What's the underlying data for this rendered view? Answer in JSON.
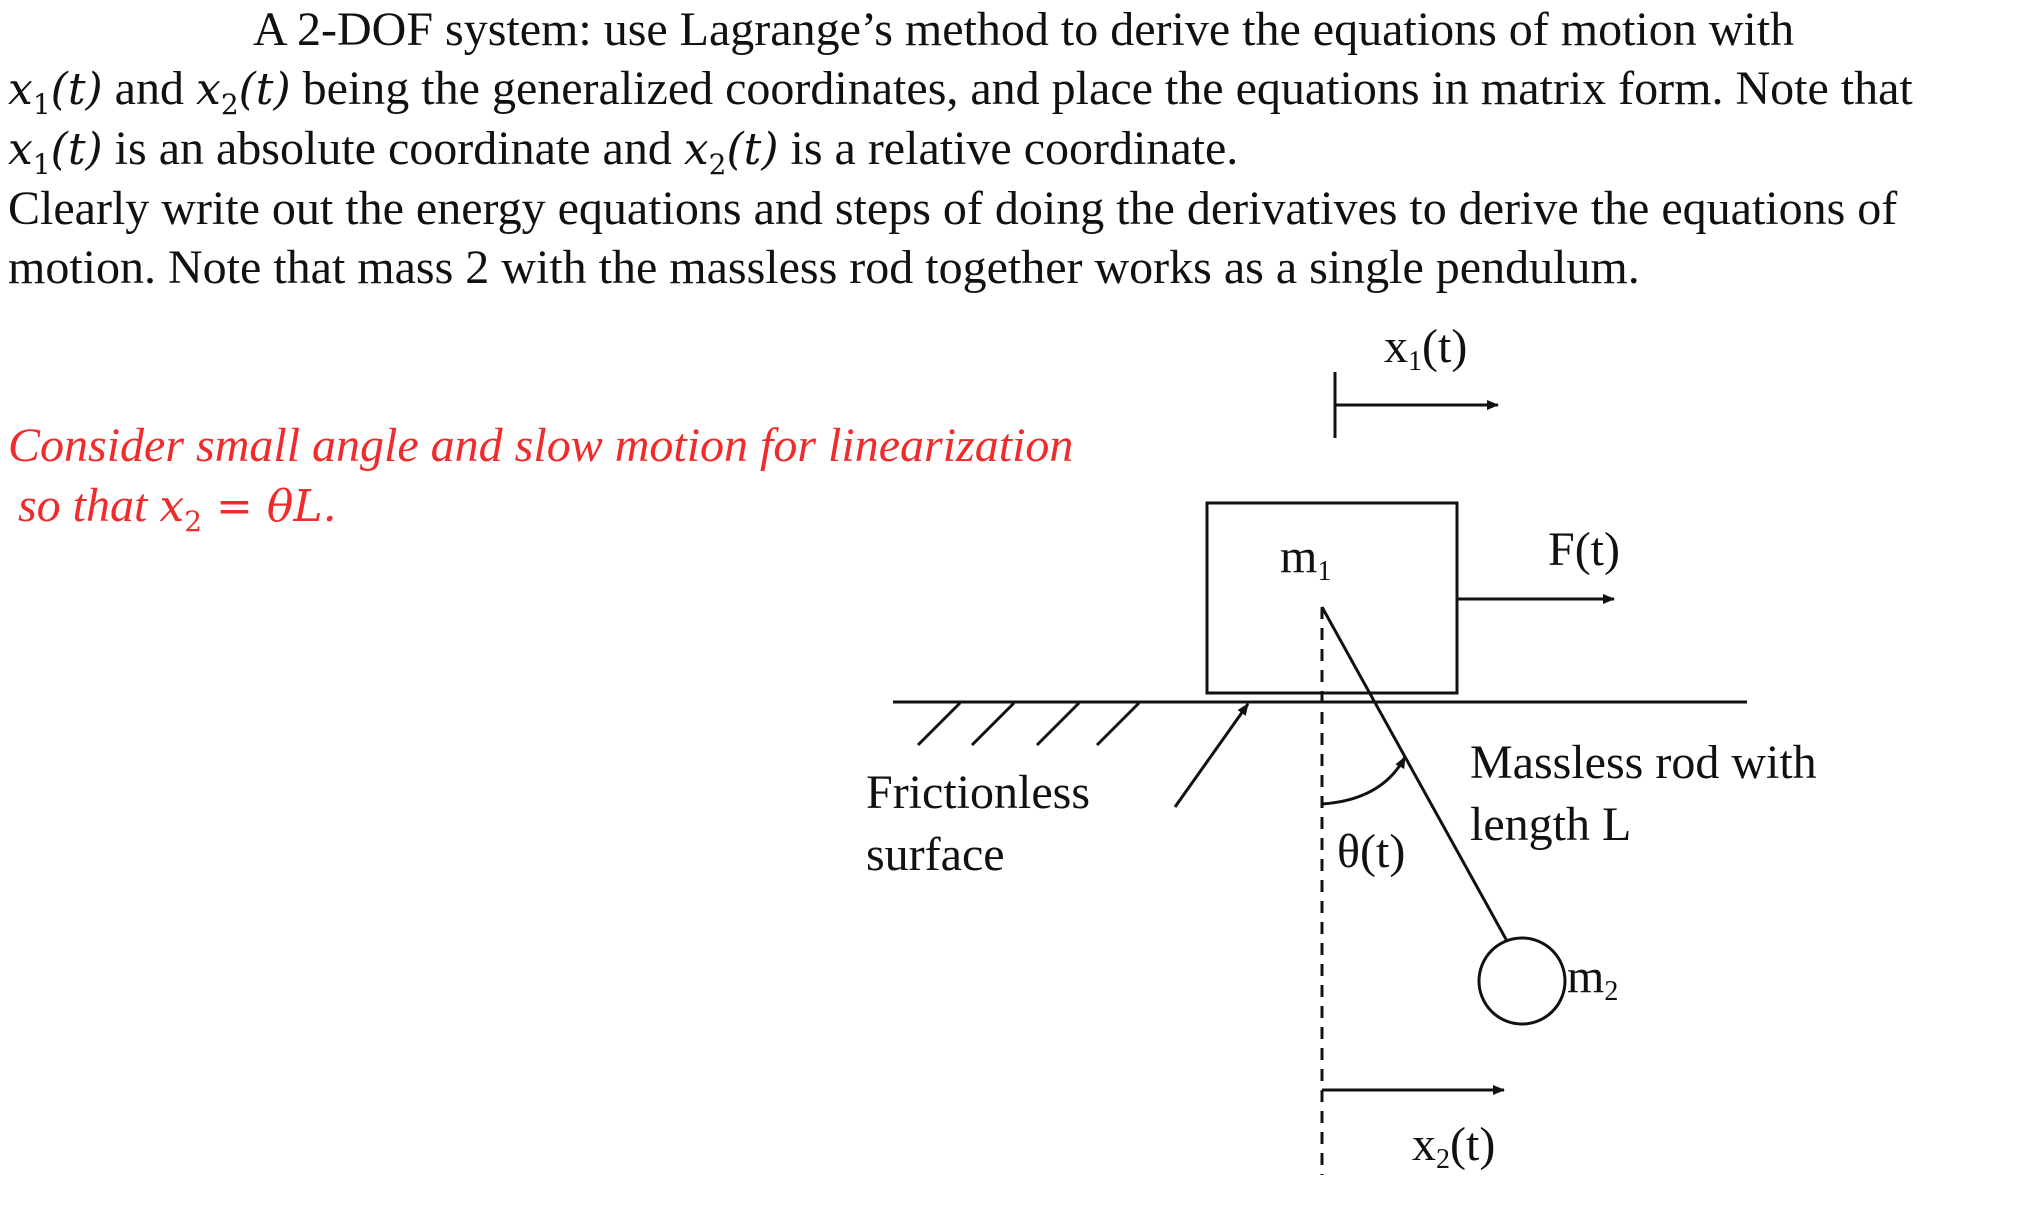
{
  "problem": {
    "intro": "A 2-DOF system: use Lagrange’s method to derive the equations of motion with",
    "x1": "x",
    "x1_sub": "1",
    "x1_arg": "(t)",
    "text_and": " and ",
    "x2": "x",
    "x2_sub": "2",
    "x2_arg": "(t)",
    "text_being": " being the generalized coordinates, and place the equations in matrix form. Note that ",
    "x1_b": "x",
    "x1_b_sub": "1",
    "x1_b_arg": "(t)",
    "text_absolute": " is an absolute coordinate and ",
    "x2_b": "x",
    "x2_b_sub": "2",
    "x2_b_arg": "(t)",
    "text_relative": " is a relative coordinate.",
    "line2": "Clearly write out the energy equations and steps of doing the derivatives to derive the equations of motion. Note that mass 2 with the massless rod together works as a single pendulum."
  },
  "note": {
    "line1": "Consider small angle and slow motion for linearization",
    "line2_prefix": "so that ",
    "eq_lhs": "x",
    "eq_sub": "2",
    "eq_rhs": " = θL."
  },
  "diagram": {
    "x1_label": "x",
    "x1_sub": "1",
    "x1_arg": "(t)",
    "m1_label": "m",
    "m1_sub": "1",
    "force_label": "F(t)",
    "surface_label_1": "Frictionless",
    "surface_label_2": "surface",
    "rod_label_1": "Massless rod with",
    "rod_label_2": "length L",
    "theta_label": "θ(t)",
    "m2_label": "m",
    "m2_sub": "2",
    "x2_label": "x",
    "x2_sub": "2",
    "x2_arg": "(t)"
  },
  "colors": {
    "text": "#111111",
    "note_red": "#ef2b2b",
    "line": "#222222"
  }
}
